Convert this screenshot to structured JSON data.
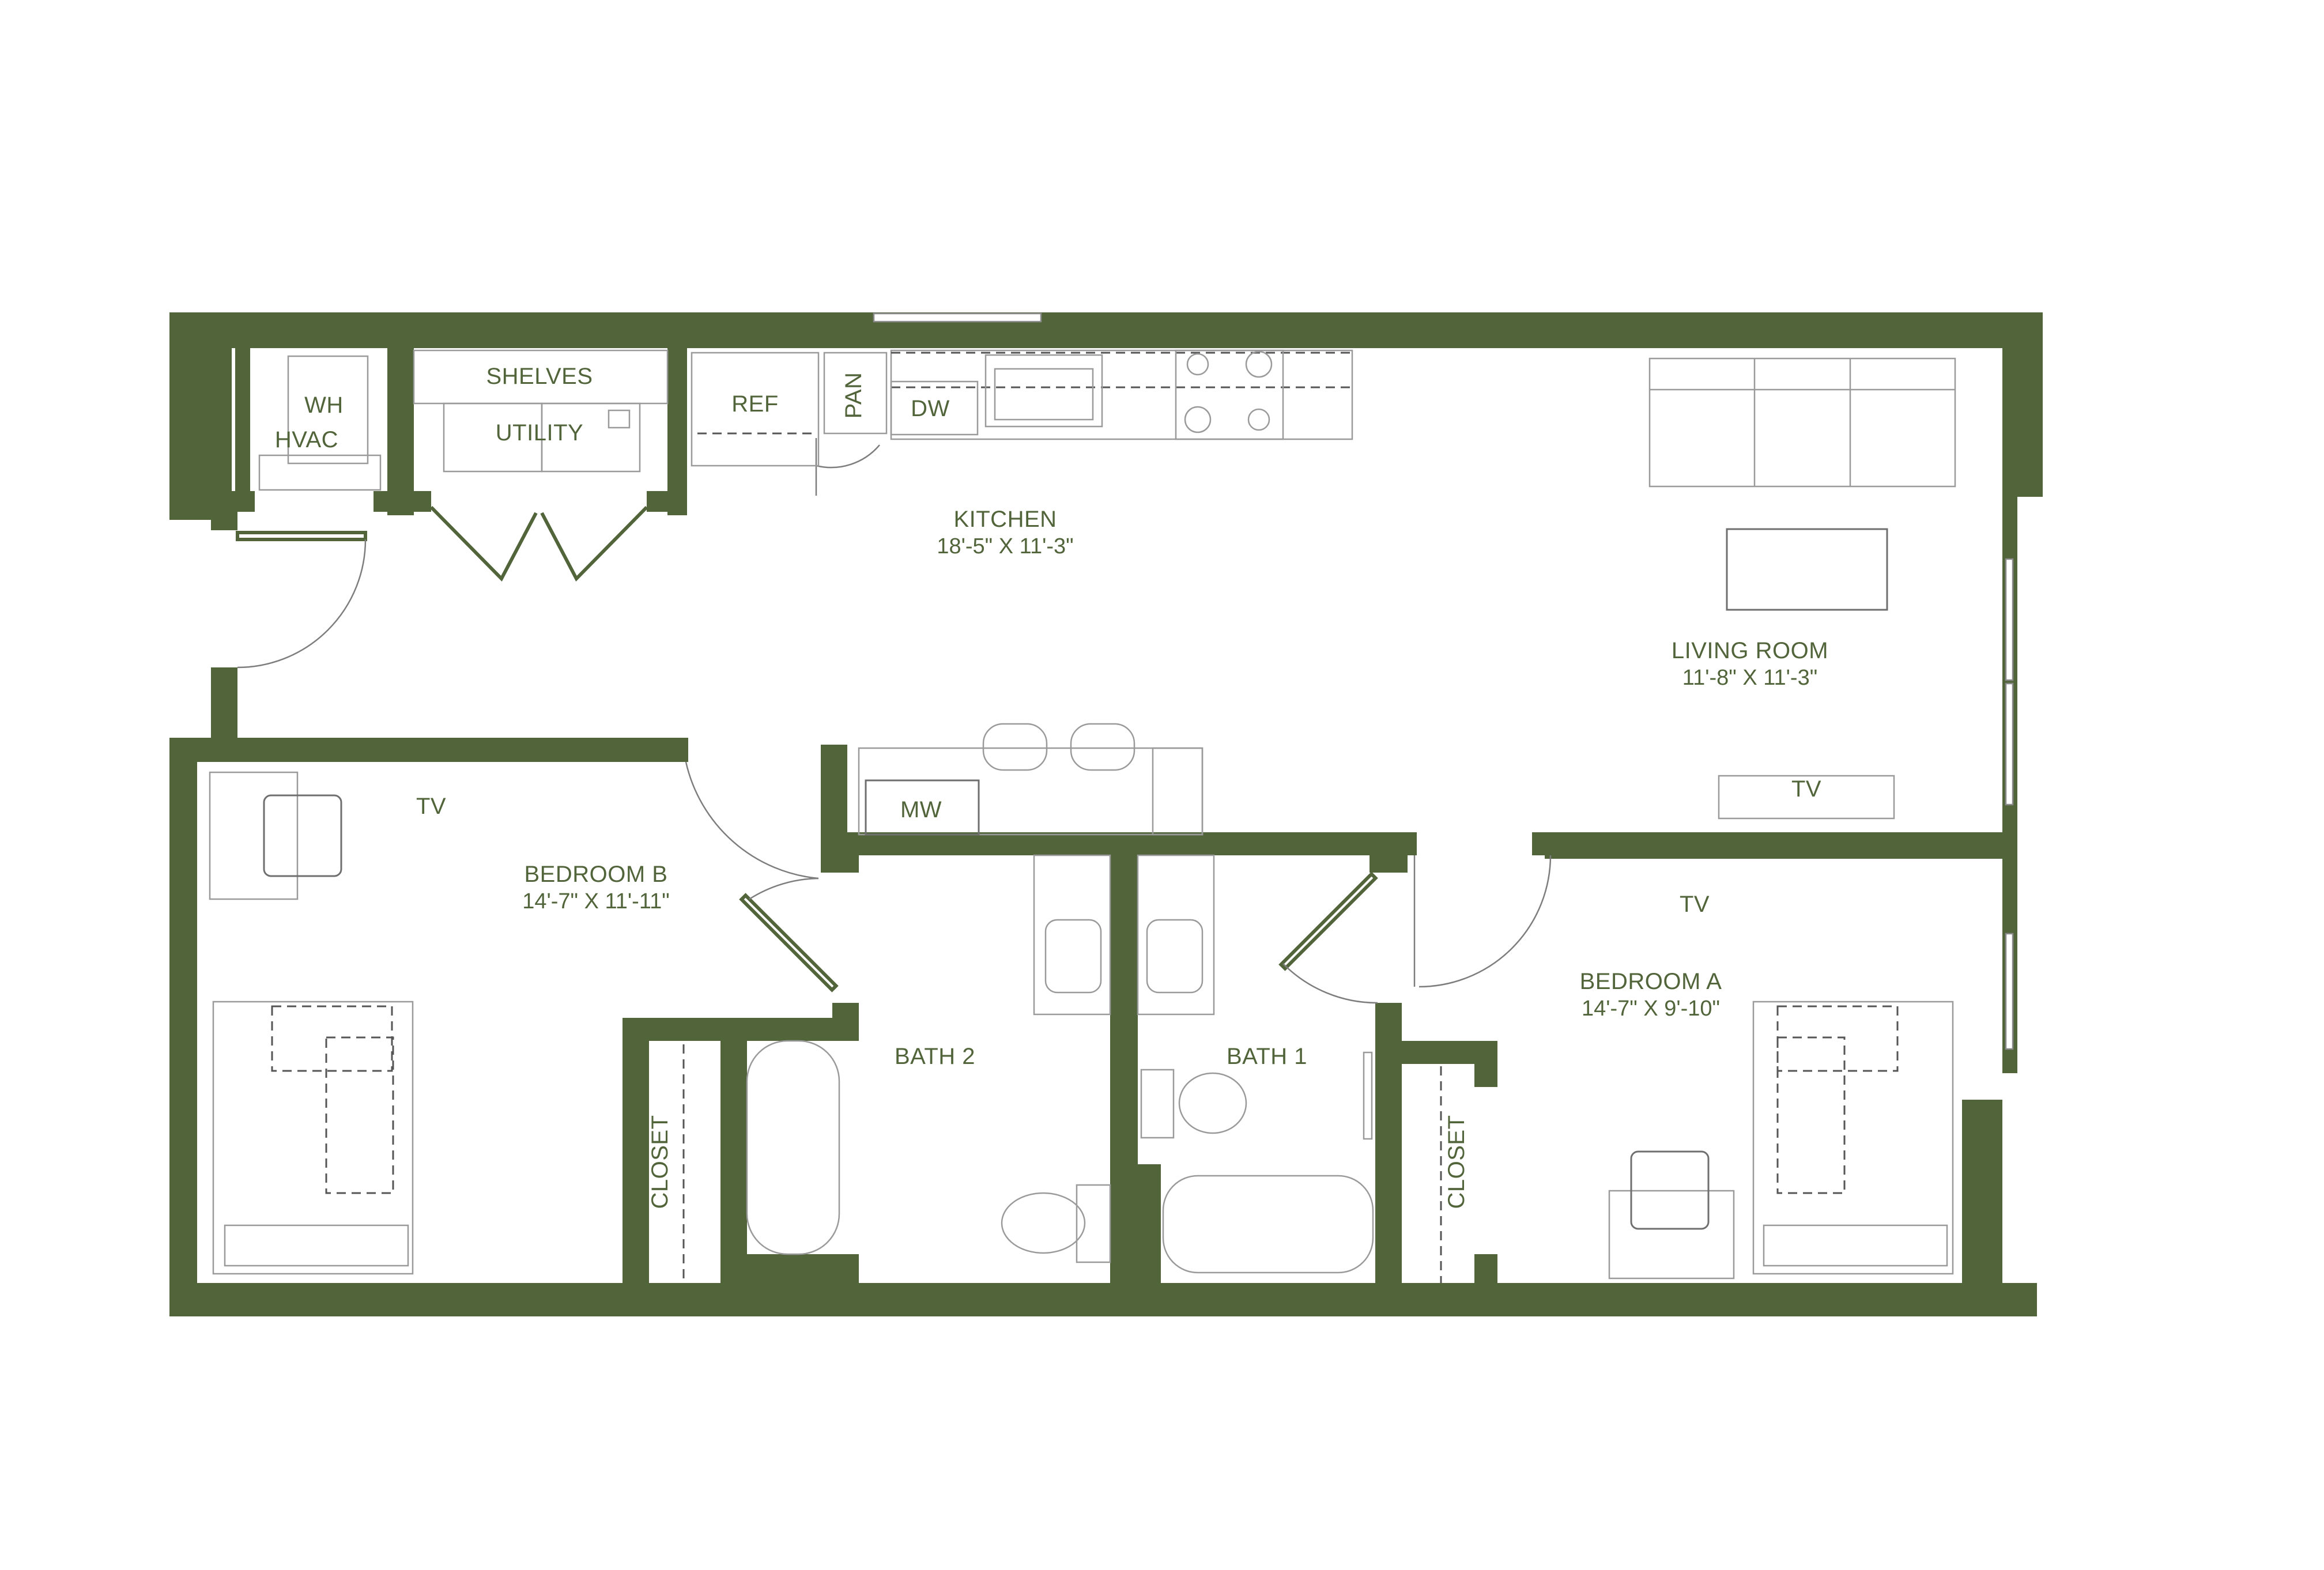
{
  "colors": {
    "wall": "#51643a",
    "fixture": "#9a9a9a",
    "background": "#ffffff"
  },
  "rooms": {
    "kitchen": {
      "name": "KITCHEN",
      "dimensions": "18'-5\" X 11'-3\""
    },
    "living_room": {
      "name": "LIVING ROOM",
      "dimensions": "11'-8\" X 11'-3\""
    },
    "bedroom_b": {
      "name": "BEDROOM B",
      "dimensions": "14'-7\" X 11'-11\""
    },
    "bedroom_a": {
      "name": "BEDROOM A",
      "dimensions": "14'-7\" X 9'-10\""
    },
    "bath_1": {
      "name": "BATH 1"
    },
    "bath_2": {
      "name": "BATH 2"
    },
    "closet_b": {
      "name": "CLOSET"
    },
    "closet_a": {
      "name": "CLOSET"
    },
    "utility": {
      "name": "UTILITY"
    },
    "shelves": {
      "name": "SHELVES"
    },
    "wh": {
      "name": "WH"
    },
    "hvac": {
      "name": "HVAC"
    }
  },
  "appliances": {
    "ref": "REF",
    "pan": "PAN",
    "dw": "DW",
    "mw": "MW"
  },
  "tv_labels": {
    "living": "TV",
    "bedroom_b": "TV",
    "bedroom_a": "TV"
  }
}
